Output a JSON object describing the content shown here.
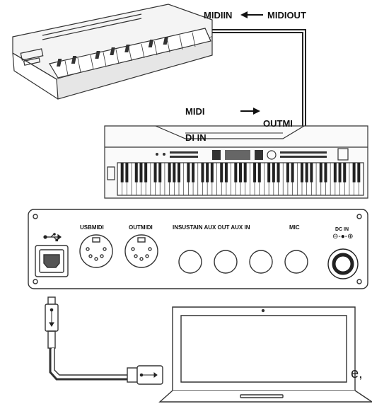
{
  "top_section": {
    "midi_in_label": "MIDIIN",
    "midi_out_label": "MIDIOUT",
    "midi_label": "MIDI",
    "outmi_label": "OUTMI",
    "di_in_label": "DI IN"
  },
  "panel": {
    "usb_midi_label": "USBMIDI",
    "out_midi_label": "OUTMIDI",
    "in_sustain_aux_label": "INSUSTAIN AUX OUT AUX IN",
    "mic_label": "MIC",
    "dc_in_label": "DC IN",
    "dc_polarity_symbol": "⊖-●-⊕",
    "usb_symbol": "•⊸"
  },
  "edge_text": "e,",
  "icons": [
    "usb-icon",
    "arrow-left-icon",
    "arrow-right-icon"
  ]
}
